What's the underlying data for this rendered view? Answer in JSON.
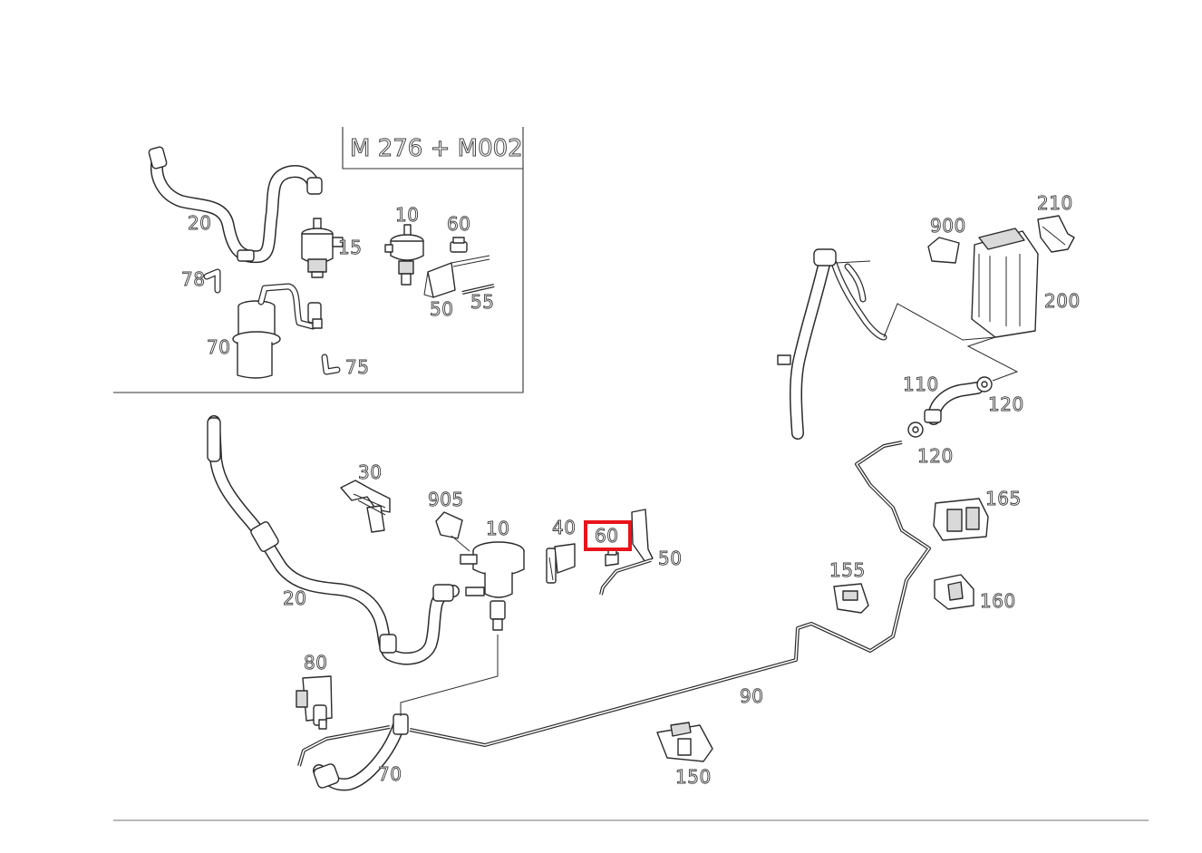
{
  "inset": {
    "title": "M 276 + M002"
  },
  "inset_labels": [
    "20",
    "15",
    "10",
    "60",
    "78",
    "50",
    "55",
    "70",
    "75"
  ],
  "main_labels": [
    "30",
    "905",
    "10",
    "40",
    "60",
    "50",
    "20",
    "80",
    "70",
    "90",
    "150",
    "155",
    "160",
    "165",
    "110",
    "120",
    "120",
    "900",
    "210",
    "200"
  ],
  "selected_label": "60",
  "colors": {
    "highlight": "#e8141b",
    "line": "#2b2b2b",
    "rule": "#b8b8b8"
  }
}
